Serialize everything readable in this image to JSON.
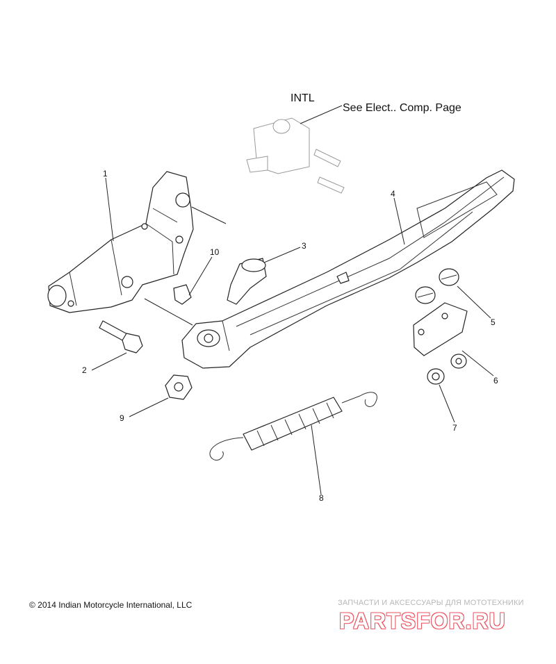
{
  "notes": {
    "intl": "INTL",
    "see_page": "See Elect.. Comp. Page"
  },
  "callouts": [
    {
      "id": "1",
      "part": "bracket"
    },
    {
      "id": "2",
      "part": "bolt"
    },
    {
      "id": "3",
      "part": "pivot-pin"
    },
    {
      "id": "4",
      "part": "side-stand"
    },
    {
      "id": "5",
      "part": "screw"
    },
    {
      "id": "6",
      "part": "plate"
    },
    {
      "id": "7",
      "part": "washer"
    },
    {
      "id": "8",
      "part": "spring"
    },
    {
      "id": "9",
      "part": "nut"
    },
    {
      "id": "10",
      "part": "stop"
    }
  ],
  "footer": {
    "copyright": "© 2014 Indian Motorcycle International, LLC",
    "watermark_sub": "ЗАПЧАСТИ И АКСЕССУАРЫ ДЛЯ МОТОТЕХНИКИ",
    "watermark_main": "PARTSFOR.RU"
  },
  "colors": {
    "line": "#222222",
    "watermark": "#e83848"
  }
}
